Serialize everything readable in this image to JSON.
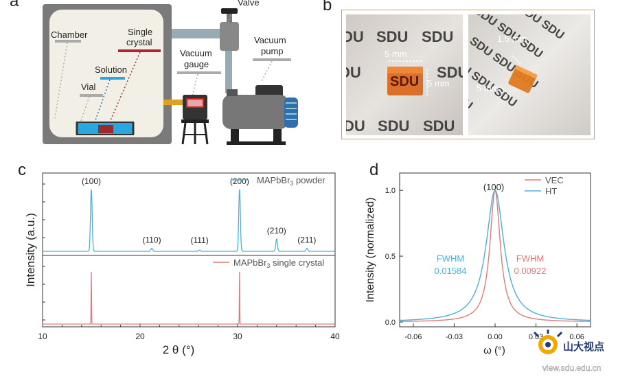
{
  "panels": {
    "a": "a",
    "b": "b",
    "c": "c",
    "d": "d"
  },
  "diagram_a": {
    "chamber": "Chamber",
    "single_crystal": [
      "Single",
      "crystal"
    ],
    "solution": "Solution",
    "vial": "Vial",
    "valve": "Valve",
    "vacuum_gauge": [
      "Vacuum",
      "gauge"
    ],
    "vacuum_pump": [
      "Vacuum",
      "pump"
    ],
    "colors": {
      "chamber_wall": "#7a7a7a",
      "inner": "#f2f0e6",
      "solution": "#29a8e0",
      "crystal": "#b2232b",
      "dots_vial": "#aaaaaa",
      "dots_solution": "#2a6fb5",
      "dots_crystal": "#b2232b"
    }
  },
  "photos_b": {
    "left": {
      "dim_w": "5 mm",
      "dim_h": "5 mm",
      "text": "SDU"
    },
    "right": {
      "dim_top": "1.5 mm",
      "dim_left": "5 mm",
      "text": "SDU"
    }
  },
  "chart_data": [
    {
      "type": "line",
      "panel": "c",
      "xlabel": "2 θ (°)",
      "ylabel": "Intensity (a.u.)",
      "xlim": [
        10,
        40
      ],
      "xticks": [
        10,
        20,
        30,
        40
      ],
      "series": [
        {
          "name": "MAPbBr3 powder",
          "color": "#4bb0d8",
          "peaks": [
            {
              "x": 15.0,
              "h": 1.0
            },
            {
              "x": 21.2,
              "h": 0.05
            },
            {
              "x": 26.1,
              "h": 0.02
            },
            {
              "x": 30.2,
              "h": 1.0
            },
            {
              "x": 34.0,
              "h": 0.2
            },
            {
              "x": 37.1,
              "h": 0.05
            }
          ],
          "annotations": [
            {
              "x": 15.0,
              "label": "(100)"
            },
            {
              "x": 21.2,
              "label": "(110)"
            },
            {
              "x": 26.1,
              "label": "(111)"
            },
            {
              "x": 30.2,
              "label": "(200)"
            },
            {
              "x": 34.0,
              "label": "(210)"
            },
            {
              "x": 37.1,
              "label": "(211)"
            }
          ]
        },
        {
          "name": "MAPbBr3 single crystal",
          "color": "#e07a7a",
          "peaks": [
            {
              "x": 15.0,
              "h": 1.0
            },
            {
              "x": 30.2,
              "h": 1.0
            }
          ]
        }
      ]
    },
    {
      "type": "line",
      "panel": "d",
      "xlabel": "ω (°)",
      "ylabel": "Intensity (normalized)",
      "xlim": [
        -0.07,
        0.07
      ],
      "ylim": [
        0,
        1.1
      ],
      "xticks": [
        -0.06,
        -0.03,
        0.0,
        0.03,
        0.06
      ],
      "yticks": [
        0.0,
        0.5,
        1.0
      ],
      "peak_label": "(100)",
      "series": [
        {
          "name": "VEC",
          "color": "#e07a7a",
          "fwhm": 0.00922,
          "label_lines": [
            "FWHM",
            "0.00922"
          ]
        },
        {
          "name": "HT",
          "color": "#4bb0d8",
          "fwhm": 0.01584,
          "label_lines": [
            "FWHM",
            "0.01584"
          ]
        }
      ],
      "legend_position": "top-right"
    }
  ],
  "watermark": {
    "site": "山大视点",
    "url": "view.sdu.edu.cn"
  }
}
